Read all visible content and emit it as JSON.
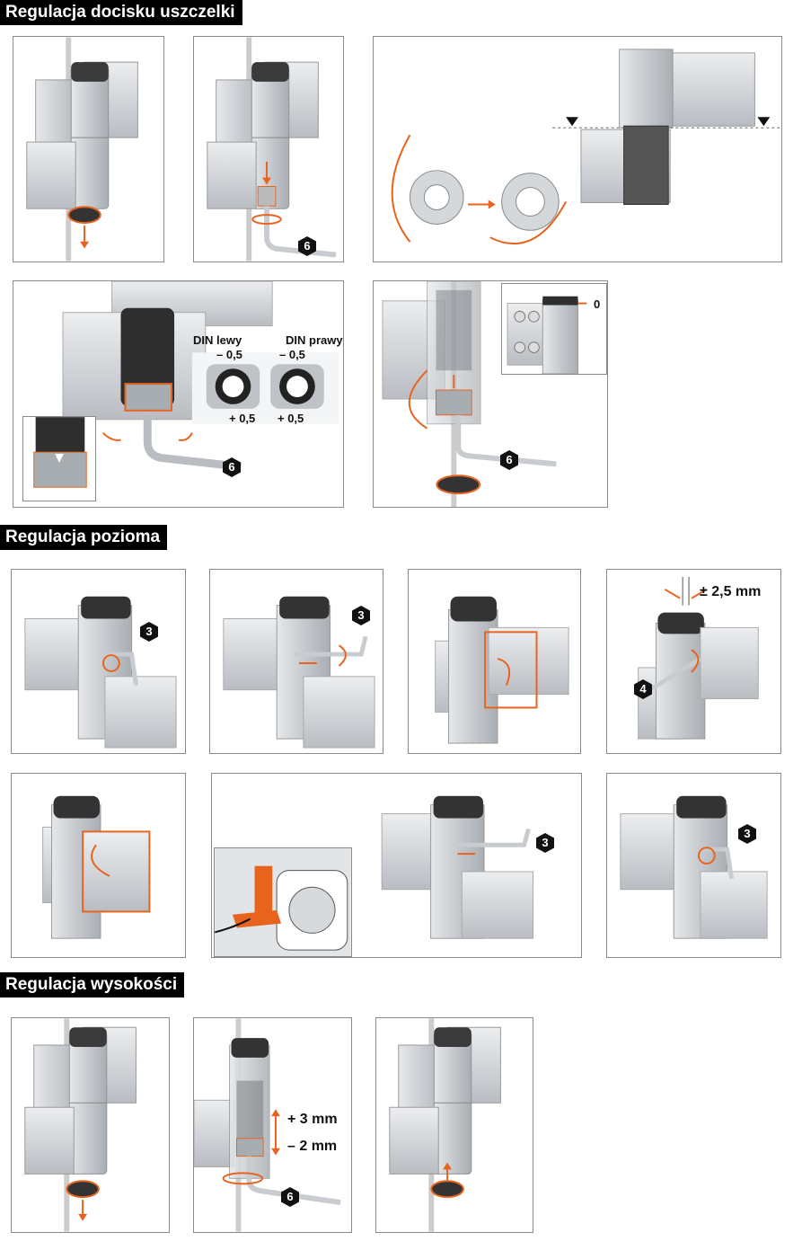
{
  "sections": [
    {
      "title": "Regulacja docisku uszczelki"
    },
    {
      "title": "Regulacja pozioma"
    },
    {
      "title": "Regulacja wysokości"
    }
  ],
  "tool_badges": {
    "allen_6": "6",
    "allen_3": "3",
    "allen_4": "4"
  },
  "labels": {
    "din_left": "DIN lewy",
    "din_right": "DIN prawy",
    "minus_05": "– 0,5",
    "plus_05": "+ 0,5",
    "zero": "0",
    "horizontal_range": "± 2,5 mm",
    "height_plus": "+ 3 mm",
    "height_minus": "– 2 mm"
  },
  "colors": {
    "accent": "#e8641e",
    "metal": "#c9cdd2",
    "metal_dark": "#9ea3a9",
    "cap": "#3a3a3a",
    "header_bg": "#000000"
  },
  "icons": [
    "hinge-icon",
    "allen-key-icon",
    "rotate-arrow-icon",
    "cap-icon",
    "adjust-bush-icon"
  ]
}
